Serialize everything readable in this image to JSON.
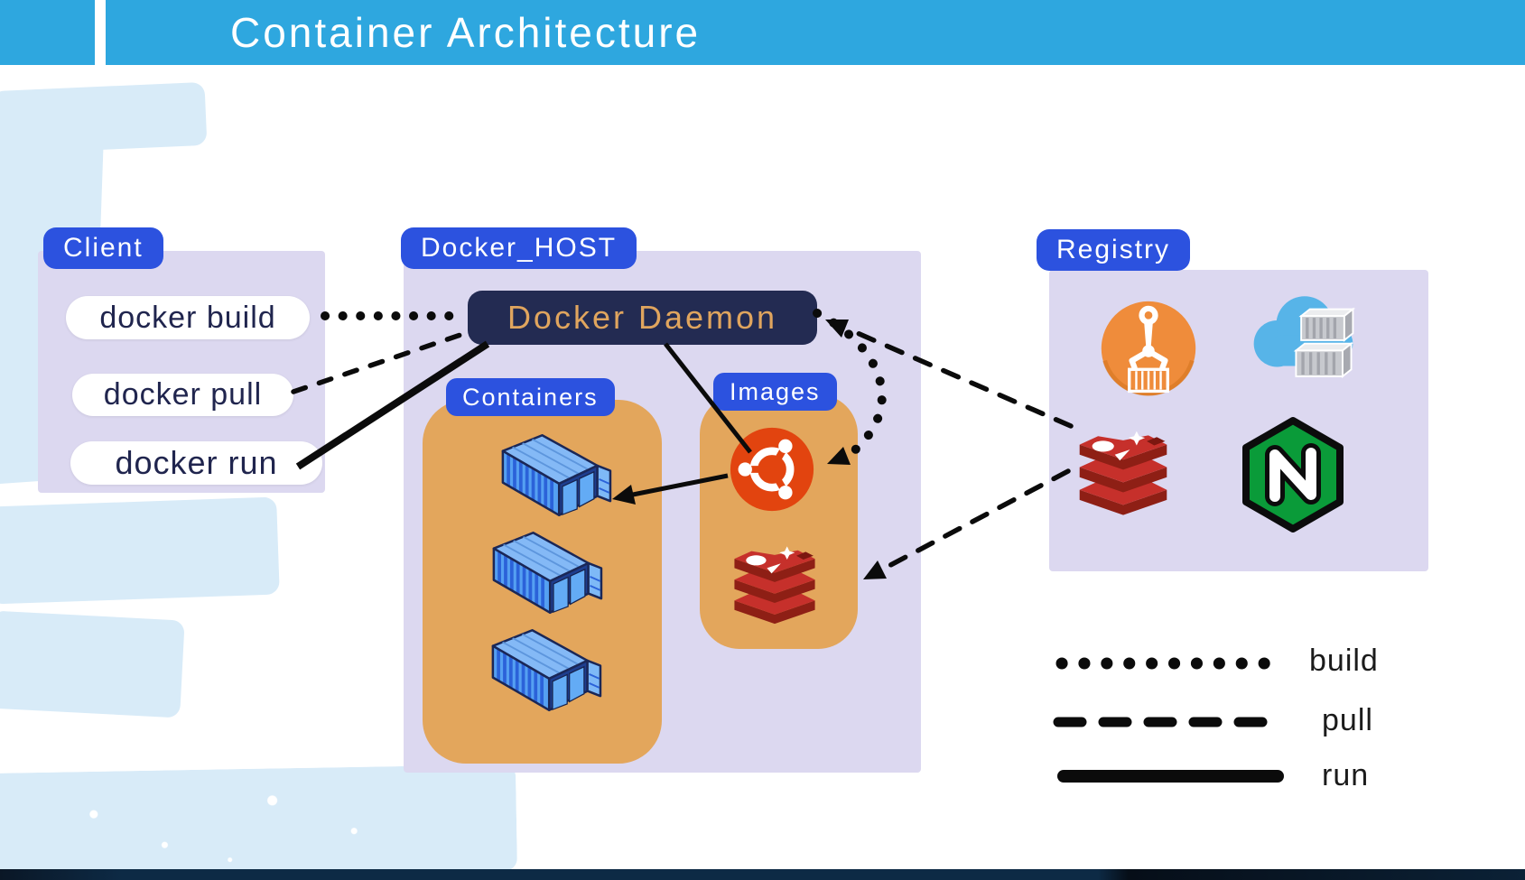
{
  "header": {
    "title": "Container Architecture"
  },
  "client": {
    "label": "Client",
    "commands": [
      {
        "text": "docker build"
      },
      {
        "text": "docker pull"
      },
      {
        "text": "docker run"
      }
    ]
  },
  "host": {
    "label": "Docker_HOST",
    "daemon_label": "Docker Daemon",
    "containers": {
      "label": "Containers",
      "container_count": 3
    },
    "images": {
      "label": "Images",
      "items": [
        "ubuntu-image",
        "redis-image"
      ]
    }
  },
  "registry": {
    "label": "Registry",
    "items": [
      "docker-crane-icon",
      "cloud-registry-icon",
      "redis-icon",
      "nginx-icon"
    ]
  },
  "legend": [
    {
      "style": "dotted",
      "label": "build"
    },
    {
      "style": "dashed",
      "label": "pull"
    },
    {
      "style": "solid",
      "label": "run"
    }
  ],
  "connections": [
    {
      "from": "docker-build",
      "to": "docker-daemon",
      "style": "dotted"
    },
    {
      "from": "docker-pull",
      "to": "docker-daemon",
      "style": "dashed"
    },
    {
      "from": "docker-run",
      "to": "docker-daemon",
      "style": "solid"
    },
    {
      "from": "docker-daemon",
      "to": "ubuntu-image",
      "style": "solid"
    },
    {
      "from": "ubuntu-image",
      "to": "container-1",
      "style": "solid-arrow"
    },
    {
      "from": "docker-daemon",
      "to": "ubuntu-image",
      "style": "dotted-curve-arrow"
    },
    {
      "from": "registry",
      "to": "docker-daemon",
      "style": "dashed-arrow"
    },
    {
      "from": "registry",
      "to": "images",
      "style": "dashed-arrow"
    }
  ],
  "icons": {
    "ubuntu": "ubuntu-circle-of-friends",
    "redis": "redis-stack",
    "nginx": "nginx-hexagon-n",
    "crane": "container-crane-claw",
    "cloud": "cloud-with-containers",
    "container": "shipping-container"
  },
  "colors": {
    "cyan": "#2EA7DF",
    "label_blue": "#2C52DF",
    "purple": "#DCD8F0",
    "orange": "#E3A65C",
    "daemon_bg": "#232B52",
    "daemon_text": "#E0A55E",
    "pill_text": "#20254E",
    "ubuntu": "#E2440F",
    "redis": "#C6302B",
    "redis_dark": "#8E1F15",
    "nginx": "#0A9B39",
    "crane": "#EF8C3B",
    "cloud": "#57B4E8",
    "line": "#0B0B0B",
    "decor": "#D8EBF8",
    "container_blue": "#55A0F2"
  }
}
